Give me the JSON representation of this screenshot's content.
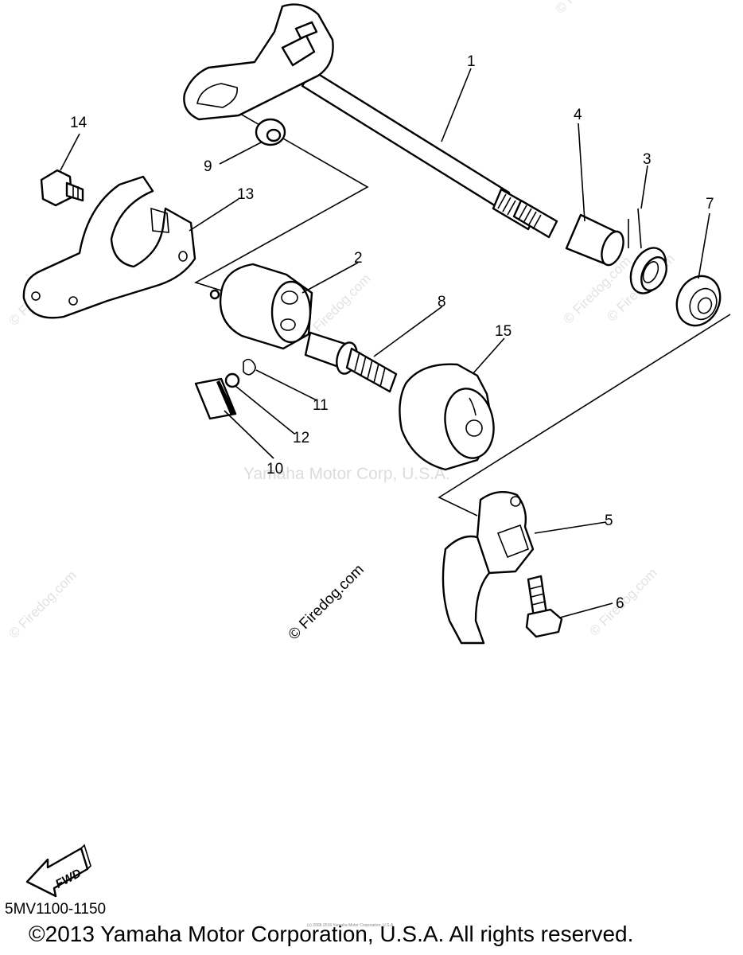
{
  "diagram": {
    "callouts": [
      "1",
      "2",
      "3",
      "4",
      "5",
      "6",
      "7",
      "8",
      "9",
      "10",
      "11",
      "12",
      "13",
      "14",
      "15"
    ],
    "fwd_label": "FWD",
    "diagram_code": "5MV1100-1150",
    "watermark_center": "Yamaha Motor Corp, U.S.A.",
    "watermark_firedog": "© Firedog.com",
    "tiny_note": "(c) 2008-2016 Yamaha Motor Corporation, U.S.A.",
    "copyright": "©2013 Yamaha Motor Corporation, U.S.A. All rights reserved."
  }
}
